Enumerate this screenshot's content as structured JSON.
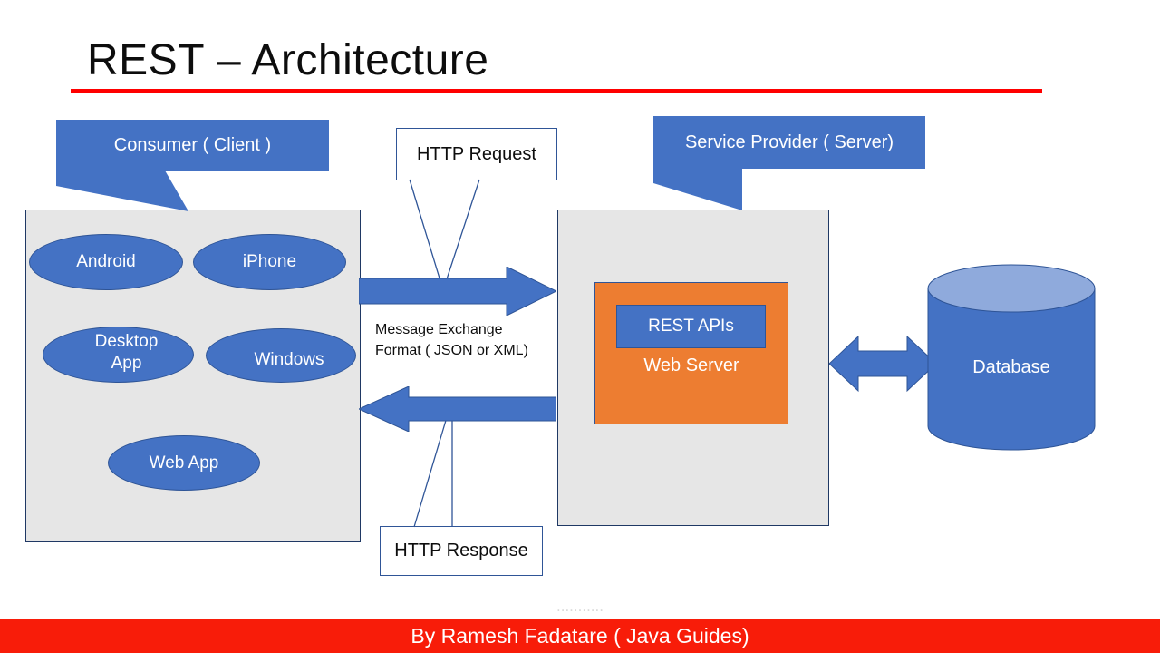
{
  "slide": {
    "title": "REST – Architecture",
    "accent_rule_color": "#ff0000",
    "background": "#ffffff"
  },
  "callouts": {
    "consumer": {
      "label": "Consumer ( Client )",
      "fill": "#4472c4",
      "text_color": "#ffffff"
    },
    "provider": {
      "label": "Service Provider ( Server)",
      "fill": "#4472c4",
      "text_color": "#ffffff"
    },
    "http_request": {
      "label": "HTTP Request",
      "fill": "#ffffff",
      "border": "#2f5597"
    },
    "http_response": {
      "label": "HTTP Response",
      "fill": "#ffffff",
      "border": "#2f5597"
    }
  },
  "client": {
    "box_fill": "#e6e6e6",
    "box_border": "#1f3864",
    "apps": [
      {
        "label": "Android"
      },
      {
        "label": "iPhone"
      },
      {
        "label": "Desktop\nApp",
        "line1": "Desktop",
        "line2": "App"
      },
      {
        "label": "Windows"
      },
      {
        "label": "Web App"
      }
    ],
    "app_fill": "#4472c4"
  },
  "server": {
    "box_fill": "#e6e6e6",
    "box_border": "#1f3864",
    "web_server_label": "Web Server",
    "web_server_fill": "#ed7d31",
    "rest_apis_label": "REST APIs",
    "rest_apis_fill": "#4472c4"
  },
  "database": {
    "label": "Database",
    "body_fill": "#4472c4",
    "top_fill": "#8faadc"
  },
  "flows": {
    "request_arrow": {
      "direction": "right",
      "color": "#4472c4"
    },
    "response_arrow": {
      "direction": "left",
      "color": "#4472c4"
    },
    "db_arrow": {
      "direction": "both",
      "color": "#4472c4"
    },
    "message_format_line1": "Message Exchange",
    "message_format_line2": "Format ( JSON or XML)"
  },
  "footer": {
    "text": "By Ramesh Fadatare ( Java Guides)",
    "bar_color": "#f81c09",
    "text_color": "#ffffff",
    "ghost_text": "..........."
  }
}
